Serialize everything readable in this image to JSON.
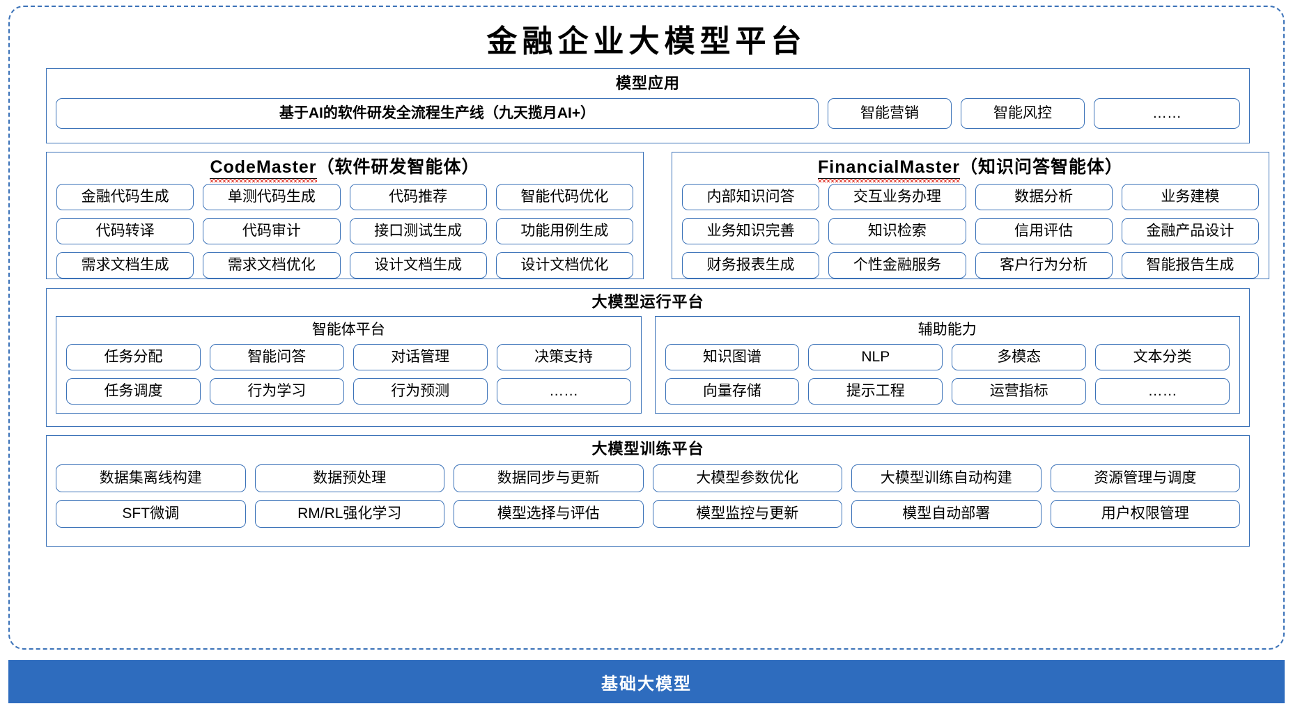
{
  "title": "金融企业大模型平台",
  "colors": {
    "border_blue": "#3B72B8",
    "base_bar_blue": "#2E6CBE",
    "spellcheck_red": "#E03A2F",
    "text_black": "#000000",
    "background": "#FFFFFF"
  },
  "sections": {
    "apps": {
      "title": "模型应用",
      "production_line": "基于AI的软件研发全流程生产线（九天揽月AI+）",
      "items": [
        "智能营销",
        "智能风控",
        "……"
      ]
    },
    "codemaster": {
      "title_en": "CodeMaster",
      "title_cn": "（软件研发智能体）",
      "rows": [
        [
          "金融代码生成",
          "单测代码生成",
          "代码推荐",
          "智能代码优化"
        ],
        [
          "代码转译",
          "代码审计",
          "接口测试生成",
          "功能用例生成"
        ],
        [
          "需求文档生成",
          "需求文档优化",
          "设计文档生成",
          "设计文档优化"
        ]
      ]
    },
    "financialmaster": {
      "title_en": "FinancialMaster",
      "title_cn": "（知识问答智能体）",
      "rows": [
        [
          "内部知识问答",
          "交互业务办理",
          "数据分析",
          "业务建模"
        ],
        [
          "业务知识完善",
          "知识检索",
          "信用评估",
          "金融产品设计"
        ],
        [
          "财务报表生成",
          "个性金融服务",
          "客户行为分析",
          "智能报告生成"
        ]
      ]
    },
    "runtime": {
      "title": "大模型运行平台",
      "agent_platform": {
        "title": "智能体平台",
        "rows": [
          [
            "任务分配",
            "智能问答",
            "对话管理",
            "决策支持"
          ],
          [
            "任务调度",
            "行为学习",
            "行为预测",
            "……"
          ]
        ]
      },
      "auxiliary": {
        "title": "辅助能力",
        "rows": [
          [
            "知识图谱",
            "NLP",
            "多模态",
            "文本分类"
          ],
          [
            "向量存储",
            "提示工程",
            "运营指标",
            "……"
          ]
        ]
      }
    },
    "training": {
      "title": "大模型训练平台",
      "rows": [
        [
          "数据集离线构建",
          "数据预处理",
          "数据同步与更新",
          "大模型参数优化",
          "大模型训练自动构建",
          "资源管理与调度"
        ],
        [
          "SFT微调",
          "RM/RL强化学习",
          "模型选择与评估",
          "模型监控与更新",
          "模型自动部署",
          "用户权限管理"
        ]
      ]
    }
  },
  "base_bar": {
    "label": "基础大模型"
  }
}
